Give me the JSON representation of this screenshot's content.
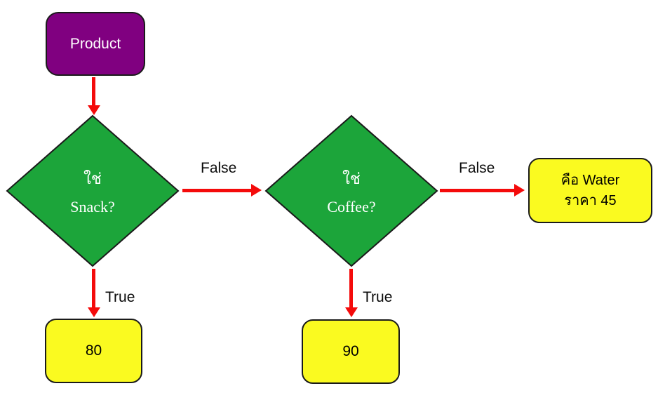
{
  "diagram": {
    "type": "decision-flowchart",
    "colors": {
      "start_fill": "#800080",
      "decision_fill": "#1CA53A",
      "result_fill": "#FAFA20",
      "arrow": "#F40B0B",
      "border": "#1a1a1a",
      "light_text": "#FFFFFF",
      "dark_text": "#000000"
    },
    "nodes": {
      "product": {
        "label": "Product",
        "shape": "rounded-rect"
      },
      "snack": {
        "line1": "ใช่",
        "line2": "Snack?",
        "shape": "diamond"
      },
      "coffee": {
        "line1": "ใช่",
        "line2": "Coffee?",
        "shape": "diamond"
      },
      "price80": {
        "label": "80",
        "shape": "rounded-rect"
      },
      "price90": {
        "label": "90",
        "shape": "rounded-rect"
      },
      "water": {
        "line1": "คือ Water",
        "line2": "ราคา 45",
        "shape": "rounded-rect"
      }
    },
    "edges": {
      "product_to_snack": {
        "label": ""
      },
      "snack_to_coffee": {
        "label": "False"
      },
      "coffee_to_water": {
        "label": "False"
      },
      "snack_to_80": {
        "label": "True"
      },
      "coffee_to_90": {
        "label": "True"
      }
    }
  }
}
